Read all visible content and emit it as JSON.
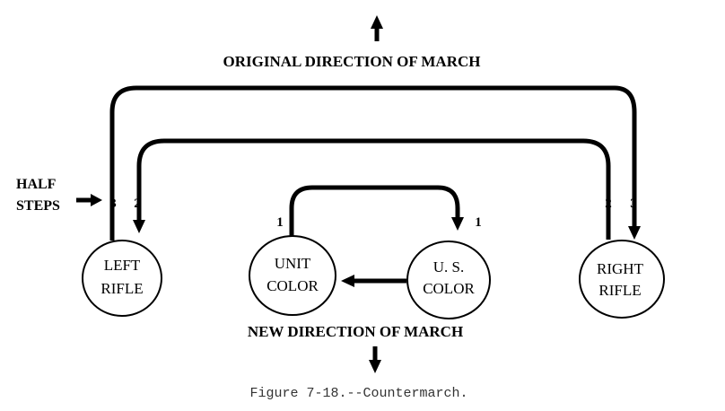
{
  "labels": {
    "top_direction": "ORIGINAL DIRECTION OF MARCH",
    "bottom_direction": "NEW DIRECTION OF MARCH",
    "half_steps_line1": "HALF",
    "half_steps_line2": "STEPS",
    "caption": "Figure 7-18.--Countermarch."
  },
  "circles": {
    "left_rifle": [
      "LEFT",
      "RIFLE"
    ],
    "unit_color": [
      "UNIT",
      "COLOR"
    ],
    "us_color": [
      "U. S.",
      "COLOR"
    ],
    "right_rifle": [
      "RIGHT",
      "RIFLE"
    ]
  },
  "step_numbers": {
    "left_outer": "3",
    "left_inner": "2",
    "center_left": "1",
    "center_right": "1",
    "right_inner": "2",
    "right_outer": "3"
  }
}
